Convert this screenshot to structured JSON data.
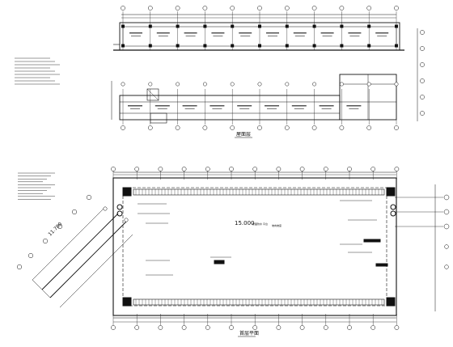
{
  "drawing": {
    "top_plan_caption": "屋面层",
    "bottom_plan_caption": "首层平面",
    "elevation_bottom": "15.000",
    "elevation_bottom_note": "屋面防水 平台",
    "elevation_bottom_note2": "坡向坡度",
    "ramp_elevation": "11.700",
    "colors": {
      "line": "#111111",
      "grid": "#222222",
      "paper": "#ffffff"
    },
    "grid_count_top": 11,
    "grid_count_bottom": 13
  }
}
